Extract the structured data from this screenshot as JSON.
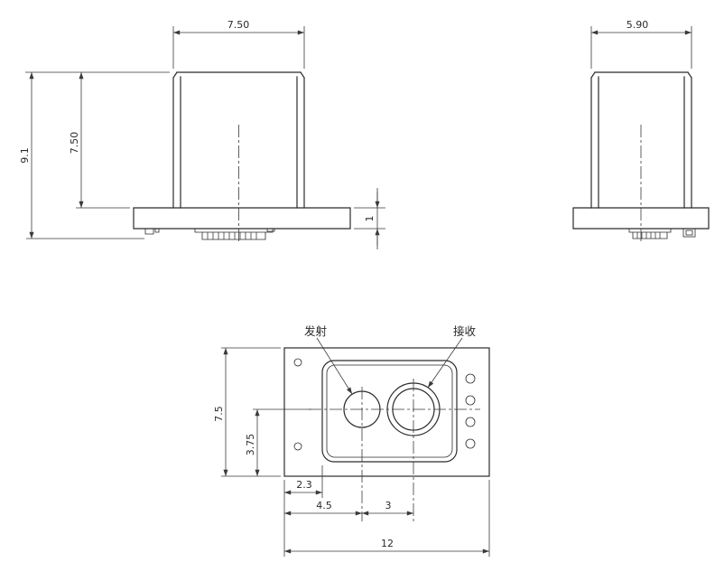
{
  "colors": {
    "line": "#2b2b2b",
    "dimension": "#3a3a3a",
    "background": "#ffffff"
  },
  "front_view": {
    "dim_width": "7.50",
    "dim_body_height": "7.50",
    "dim_total_height": "9.1",
    "dim_base_thickness": "1"
  },
  "side_view": {
    "dim_width": "5.90"
  },
  "top_view": {
    "dim_height": "7.5",
    "dim_center_to_bottom": "3.75",
    "dim_module_offset": "2.3",
    "dim_emitter_x": "4.5",
    "dim_lens_spacing": "3",
    "dim_total_width": "12",
    "label_emitter": "发射",
    "label_receiver": "接收"
  }
}
